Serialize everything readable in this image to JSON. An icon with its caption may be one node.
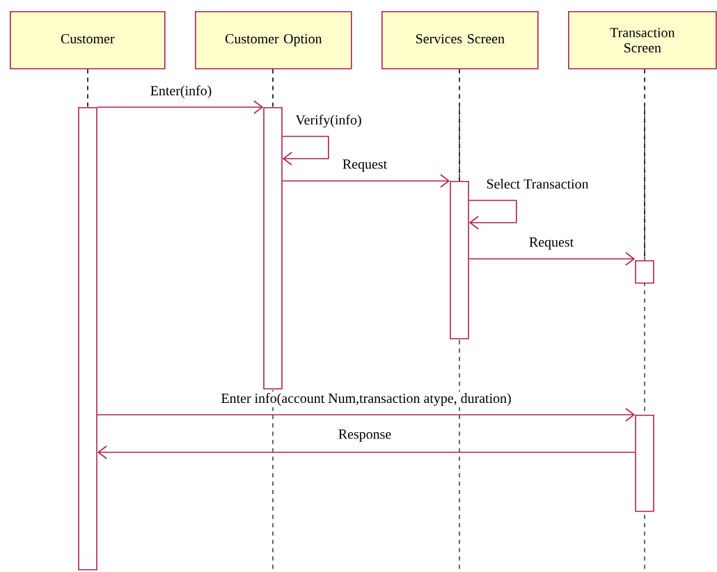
{
  "diagram": {
    "nodes": [
      {
        "text": [
          "Customer"
        ]
      },
      {
        "text": [
          "Customer Option"
        ]
      },
      {
        "text": [
          "Services Screen"
        ]
      },
      {
        "text": [
          "Transaction Screen"
        ]
      },
      {
        "text": [],
        "shape": "bar"
      },
      {
        "text": [],
        "shape": "bar"
      },
      {
        "text": [],
        "shape": "bar"
      },
      {
        "text": [],
        "shape": "bar"
      },
      {
        "text": [],
        "shape": "bar"
      }
    ],
    "edges": [
      {
        "from": 0,
        "to": 4,
        "arrow": "none",
        "style": "dashed",
        "color": "#000000"
      },
      {
        "from": 1,
        "to": 5,
        "arrow": "none",
        "style": "dashed",
        "color": "#000000"
      },
      {
        "from": 2,
        "to": 6,
        "arrow": "none",
        "style": "dashed",
        "color": "#000000"
      },
      {
        "from": 3,
        "to": 7,
        "arrow": "none",
        "style": "dashed",
        "color": "#000000"
      },
      {
        "from": 4,
        "to": 5,
        "arrow": "to",
        "label": "Enter(info)"
      },
      {
        "from": 5,
        "to": 5,
        "arrow": "to",
        "label": "Verify(info)"
      },
      {
        "from": 5,
        "to": 6,
        "arrow": "to",
        "label": "Request"
      },
      {
        "from": 6,
        "to": 6,
        "arrow": "to",
        "label": "Select Transaction"
      },
      {
        "from": 6,
        "to": 7,
        "arrow": "to",
        "label": "Request"
      },
      {
        "from": 4,
        "to": 8,
        "arrow": "to",
        "label": "Enter info(account Num,transaction atype, duration)"
      },
      {
        "from": 8,
        "to": 4,
        "arrow": "to",
        "label": "Response"
      }
    ]
  }
}
